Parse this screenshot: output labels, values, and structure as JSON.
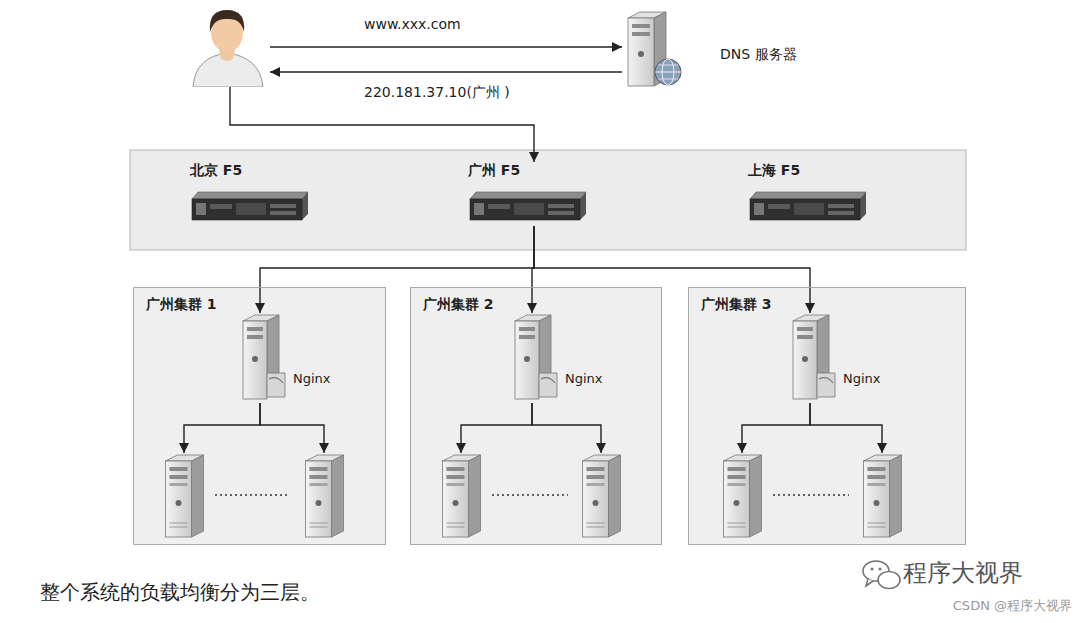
{
  "diagram": {
    "caption": "整个系统的负载均衡分为三层。",
    "nodes": [
      {
        "text": []
      },
      {
        "text": [
          "DNS 服务器"
        ]
      },
      {
        "text": [
          "北京 F5"
        ]
      },
      {
        "text": [
          "广州 F5"
        ]
      },
      {
        "text": [
          "上海 F5"
        ]
      },
      {
        "text": [
          "广州集群 1"
        ]
      },
      {
        "text": [
          "Nginx"
        ],
        "in": 5
      },
      {
        "text": [],
        "in": 5
      },
      {
        "text": [],
        "in": 5
      },
      {
        "text": [
          "广州集群 2"
        ]
      },
      {
        "text": [
          "Nginx"
        ],
        "in": 9
      },
      {
        "text": [],
        "in": 9
      },
      {
        "text": [],
        "in": 9
      },
      {
        "text": [
          "广州集群 3"
        ]
      },
      {
        "text": [
          "Nginx"
        ],
        "in": 13
      },
      {
        "text": [],
        "in": 13
      },
      {
        "text": [],
        "in": 13
      }
    ],
    "edges": [
      {
        "from": 0,
        "to": 1,
        "arrow": "to",
        "label": "www.xxx.com"
      },
      {
        "from": 1,
        "to": 0,
        "arrow": "to",
        "label": "220.181.37.10(广州 )"
      },
      {
        "from": 0,
        "to": 3,
        "arrow": "to"
      },
      {
        "from": 3,
        "to": 6,
        "arrow": "to"
      },
      {
        "from": 3,
        "to": 10,
        "arrow": "to"
      },
      {
        "from": 3,
        "to": 14,
        "arrow": "to"
      },
      {
        "from": 6,
        "to": 7,
        "arrow": "to"
      },
      {
        "from": 6,
        "to": 8,
        "arrow": "to"
      },
      {
        "from": 10,
        "to": 11,
        "arrow": "to"
      },
      {
        "from": 10,
        "to": 12,
        "arrow": "to"
      },
      {
        "from": 14,
        "to": 15,
        "arrow": "to"
      },
      {
        "from": 14,
        "to": 16,
        "arrow": "to"
      }
    ],
    "labels": [
      "程序大视界",
      "CSDN @程序大视界"
    ]
  }
}
